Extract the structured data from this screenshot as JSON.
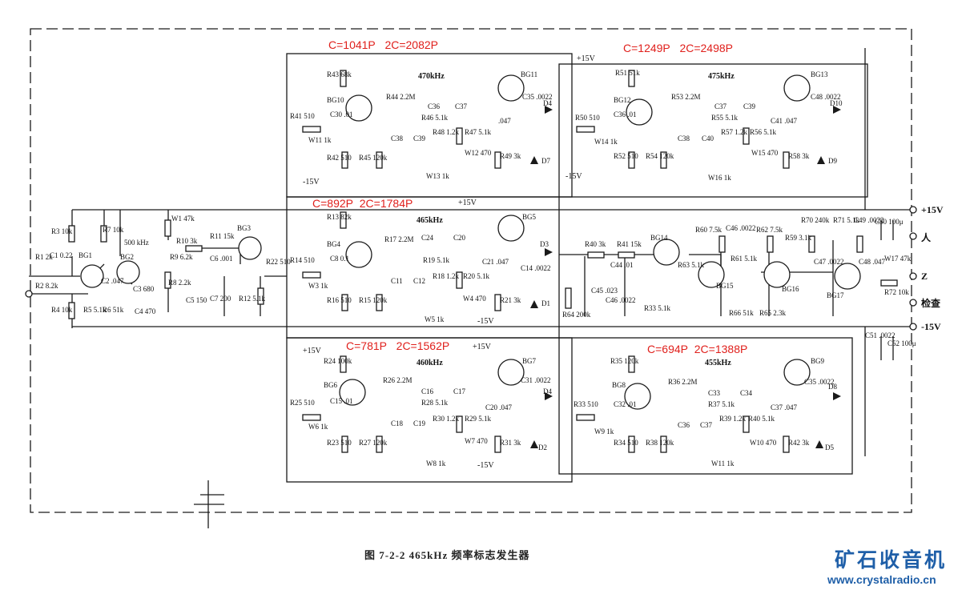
{
  "annotations": [
    {
      "c": "C=1041P",
      "c2": "2C=2082P"
    },
    {
      "c": "C=1249P",
      "c2": "2C=2498P"
    },
    {
      "c": "C=892P",
      "c2": "2C=1784P"
    },
    {
      "c": "C=781P",
      "c2": "2C=1562P"
    },
    {
      "c": "C=694P",
      "c2": "2C=1388P"
    }
  ],
  "frequencies": [
    "470kHz",
    "475kHz",
    "465kHz",
    "460kHz",
    "455kHz"
  ],
  "rails": {
    "pos": "+15V",
    "neg": "-15V"
  },
  "terminals": {
    "pos_supply": "+15V",
    "neg_supply": "-15V",
    "in": "人",
    "z": "Z",
    "check": "检查"
  },
  "labels": {
    "top_left": [
      "R43 68k",
      "R44 2.2M",
      "C36",
      "C37",
      "R46 5.1k",
      "C35 .0022",
      "D4",
      "BG10",
      "BG11",
      "C30 .01",
      "R41 510",
      "W11 1k",
      "R42 510",
      "R45 120k",
      "C38",
      "C39",
      "R47 5.1k",
      "R48 1.2k",
      "W12 470",
      "W13 1k",
      "R49 3k",
      "D7",
      ".047"
    ],
    "top_right": [
      "R51 51k",
      "R53 2.2M",
      "C37",
      "C39",
      "R55 5.1k",
      "C48 .0022",
      "D10",
      "BG12",
      "BG13",
      "C36 .01",
      "R50 510",
      "W14 1k",
      "R52 510",
      "R54 120k",
      "C38",
      "C40",
      "R57 1.2k",
      "R56 5.1k",
      "W15 470",
      "W16 1k",
      "R58 3k",
      "D9",
      "C41 .047"
    ],
    "mid_left": [
      "R13 82k",
      "R17 2.2M",
      "C24",
      "C20",
      "R19 5.1k",
      "C21 .047",
      "C14 .0022",
      "D3",
      "BG4",
      "BG5",
      "C8 0.1",
      "R14 510",
      "W3 1k",
      "R16 510",
      "R15 120k",
      "C11",
      "C12",
      "R18 1.2k",
      "R20 5.1k",
      "W4 470",
      "W5 1k",
      "R21 3k",
      "D1"
    ],
    "mid_right": [
      "R40 3k",
      "R41 15k",
      "BG14",
      "C44 .01",
      "R63 5.1k",
      "R60 7.5k",
      "C46 .0022",
      "R62 7.5k",
      "R61 5.1k",
      "R59 3.1k",
      "BG15",
      "BG16",
      "R66 51k",
      "R65 2.3k",
      "R70 240k",
      "R71 5.1k",
      "C49 .0022",
      "C50 100μ",
      "W17 47k",
      "C47 .0022",
      "C48 .047",
      "R72 10k",
      "BG17",
      "C45 .023",
      "C46 .0022",
      "R33 5.1k",
      "R64 200k"
    ],
    "bot_left": [
      "R24 100k",
      "R26 2.2M",
      "C16",
      "C17",
      "R28 5.1k",
      "C31 .0022",
      "D4",
      "BG6",
      "BG7",
      "C15 .01",
      "R25 510",
      "W6 1k",
      "R23 510",
      "R27 120k",
      "C18",
      "C19",
      "R30 1.2k",
      "R29 5.1k",
      "W7 470",
      "W8 1k",
      "R31 3k",
      "D2",
      "C20 .047"
    ],
    "bot_right": [
      "R35 120k",
      "R36 2.2M",
      "C33",
      "C34",
      "R37 5.1k",
      "C35 .0022",
      "D8",
      "BG8",
      "BG9",
      "C32 .01",
      "R33 510",
      "W9 1k",
      "R34 510",
      "R38 120k",
      "C36",
      "C37",
      "R39 1.2k",
      "R40 5.1k",
      "W10 470",
      "W11 1k",
      "R42 3k",
      "D5",
      "C37 .047"
    ],
    "input": [
      "R1 2k",
      "C1 0.22",
      "R2 8.2k",
      "R3 10k",
      "R4 10k",
      "BG1",
      "R5 5.1k",
      "BG2",
      "R7 10k",
      "C2 .047",
      "R6 51k",
      "C3 680",
      "C4 470",
      "500 kHz",
      "W1 47k",
      "R10 3k",
      "R9 6.2k",
      "R8 2.2k",
      "C5 150",
      "R11 15k",
      "C6 .001",
      "C7 200",
      "R12 5.1k",
      "BG3",
      "R22 510"
    ],
    "supply": [
      "C51 .0022",
      "C52 100μ"
    ]
  },
  "caption": "图 7-2-2 465kHz 频率标志发生器",
  "logo": {
    "text": "矿石收音机",
    "url": "www.crystalradio.cn"
  },
  "colors": {
    "annotation": "#e0201c",
    "logo": "#1f5fa8",
    "line": "#1a1a1a"
  }
}
